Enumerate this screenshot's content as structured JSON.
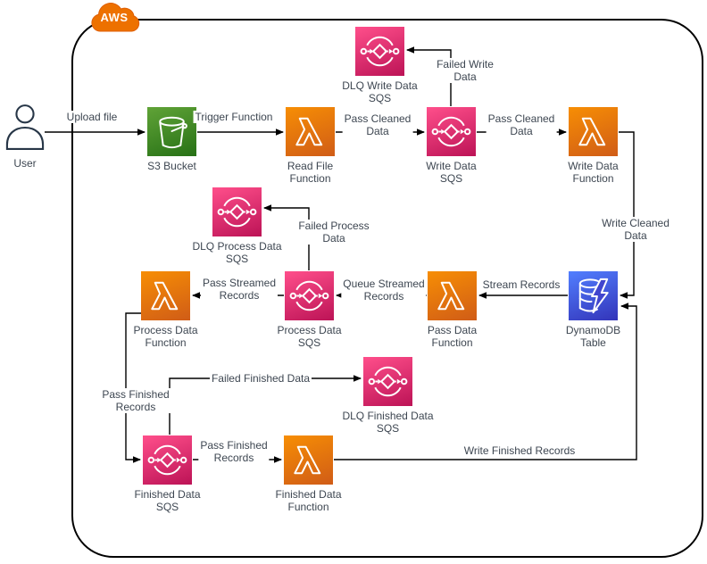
{
  "boundary": {
    "label": "AWS"
  },
  "nodes": {
    "user": {
      "label": "User",
      "icon": "user-icon"
    },
    "s3_bucket": {
      "label": "S3 Bucket",
      "icon": "s3-bucket-icon"
    },
    "read_file_function": {
      "label": "Read File\nFunction",
      "icon": "lambda-icon"
    },
    "write_data_sqs": {
      "label": "Write Data\nSQS",
      "icon": "sqs-icon"
    },
    "write_data_function": {
      "label": "Write Data\nFunction",
      "icon": "lambda-icon"
    },
    "dlq_write_data_sqs": {
      "label": "DLQ Write Data\nSQS",
      "icon": "sqs-icon"
    },
    "dlq_process_data_sqs": {
      "label": "DLQ Process Data\nSQS",
      "icon": "sqs-icon"
    },
    "process_data_function": {
      "label": "Process Data\nFunction",
      "icon": "lambda-icon"
    },
    "process_data_sqs": {
      "label": "Process Data\nSQS",
      "icon": "sqs-icon"
    },
    "pass_data_function": {
      "label": "Pass Data\nFunction",
      "icon": "lambda-icon"
    },
    "dynamodb_table": {
      "label": "DynamoDB\nTable",
      "icon": "dynamodb-icon"
    },
    "finished_data_sqs": {
      "label": "Finished Data\nSQS",
      "icon": "sqs-icon"
    },
    "finished_data_function": {
      "label": "Finished Data\nFunction",
      "icon": "lambda-icon"
    },
    "dlq_finished_data_sqs": {
      "label": "DLQ Finished Data\nSQS",
      "icon": "sqs-icon"
    }
  },
  "edges": {
    "upload_file": {
      "label": "Upload file"
    },
    "trigger_function": {
      "label": "Trigger Function"
    },
    "pass_cleaned_data_1": {
      "label": "Pass Cleaned\nData"
    },
    "failed_write_data": {
      "label": "Failed Write\nData"
    },
    "pass_cleaned_data_2": {
      "label": "Pass Cleaned\nData"
    },
    "write_cleaned_data": {
      "label": "Write Cleaned\nData"
    },
    "stream_records": {
      "label": "Stream Records"
    },
    "queue_streamed_records": {
      "label": "Queue Streamed\nRecords"
    },
    "pass_streamed_records": {
      "label": "Pass Streamed\nRecords"
    },
    "failed_process_data": {
      "label": "Failed Process\nData"
    },
    "pass_finished_records_1": {
      "label": "Pass Finished\nRecords"
    },
    "failed_finished_data": {
      "label": "Failed Finished Data"
    },
    "pass_finished_records_2": {
      "label": "Pass Finished\nRecords"
    },
    "write_finished_records": {
      "label": "Write Finished Records"
    }
  },
  "colors": {
    "lambda_orange_top": "#F78E04",
    "lambda_orange_bottom": "#D05C17",
    "sqs_pink_top": "#FF4F8B",
    "sqs_pink_bottom": "#BC1356",
    "s3_green_top": "#60A337",
    "s3_green_bottom": "#277116",
    "dynamodb_blue_top": "#527FFF",
    "dynamodb_blue_bottom": "#3334B9",
    "aws_cloud_badge": "#ED7100",
    "connector": "#000000"
  }
}
